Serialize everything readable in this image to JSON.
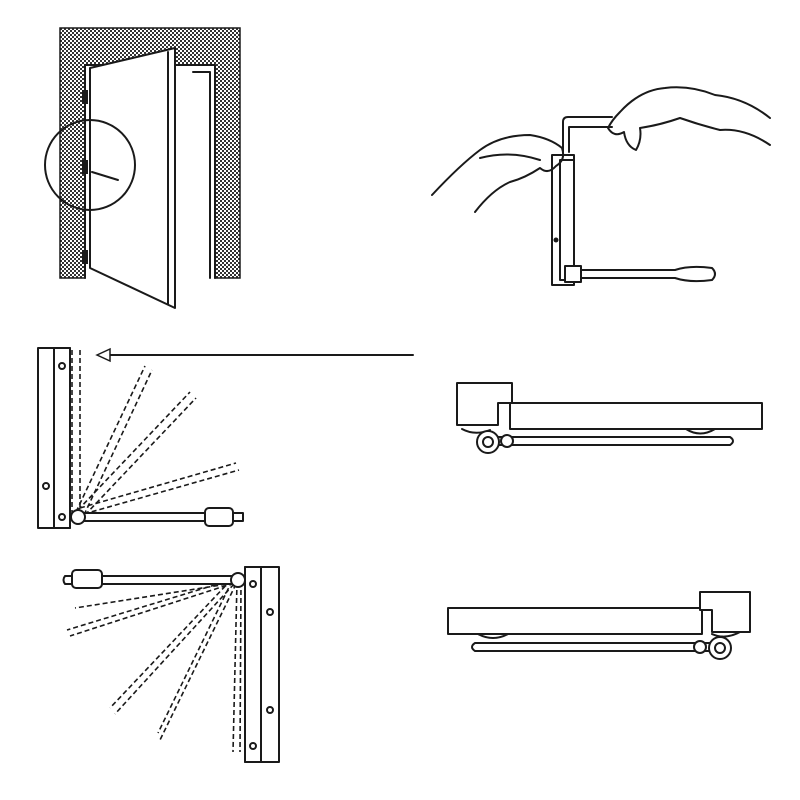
{
  "colors": {
    "line": "#1a1a1a",
    "background": "#ffffff",
    "wall_hatch": "#333333"
  },
  "panels": [
    {
      "id": "door-overview",
      "icon": "door-icon"
    },
    {
      "id": "hex-key-adjustment",
      "icon": "hands-hex-key-icon"
    },
    {
      "id": "arm-swing-right",
      "icon": "door-closer-arm-icon"
    },
    {
      "id": "arm-swing-left",
      "icon": "door-closer-arm-icon"
    },
    {
      "id": "top-view-right",
      "icon": "door-closer-top-view-icon"
    },
    {
      "id": "top-view-left",
      "icon": "door-closer-top-view-icon"
    }
  ]
}
